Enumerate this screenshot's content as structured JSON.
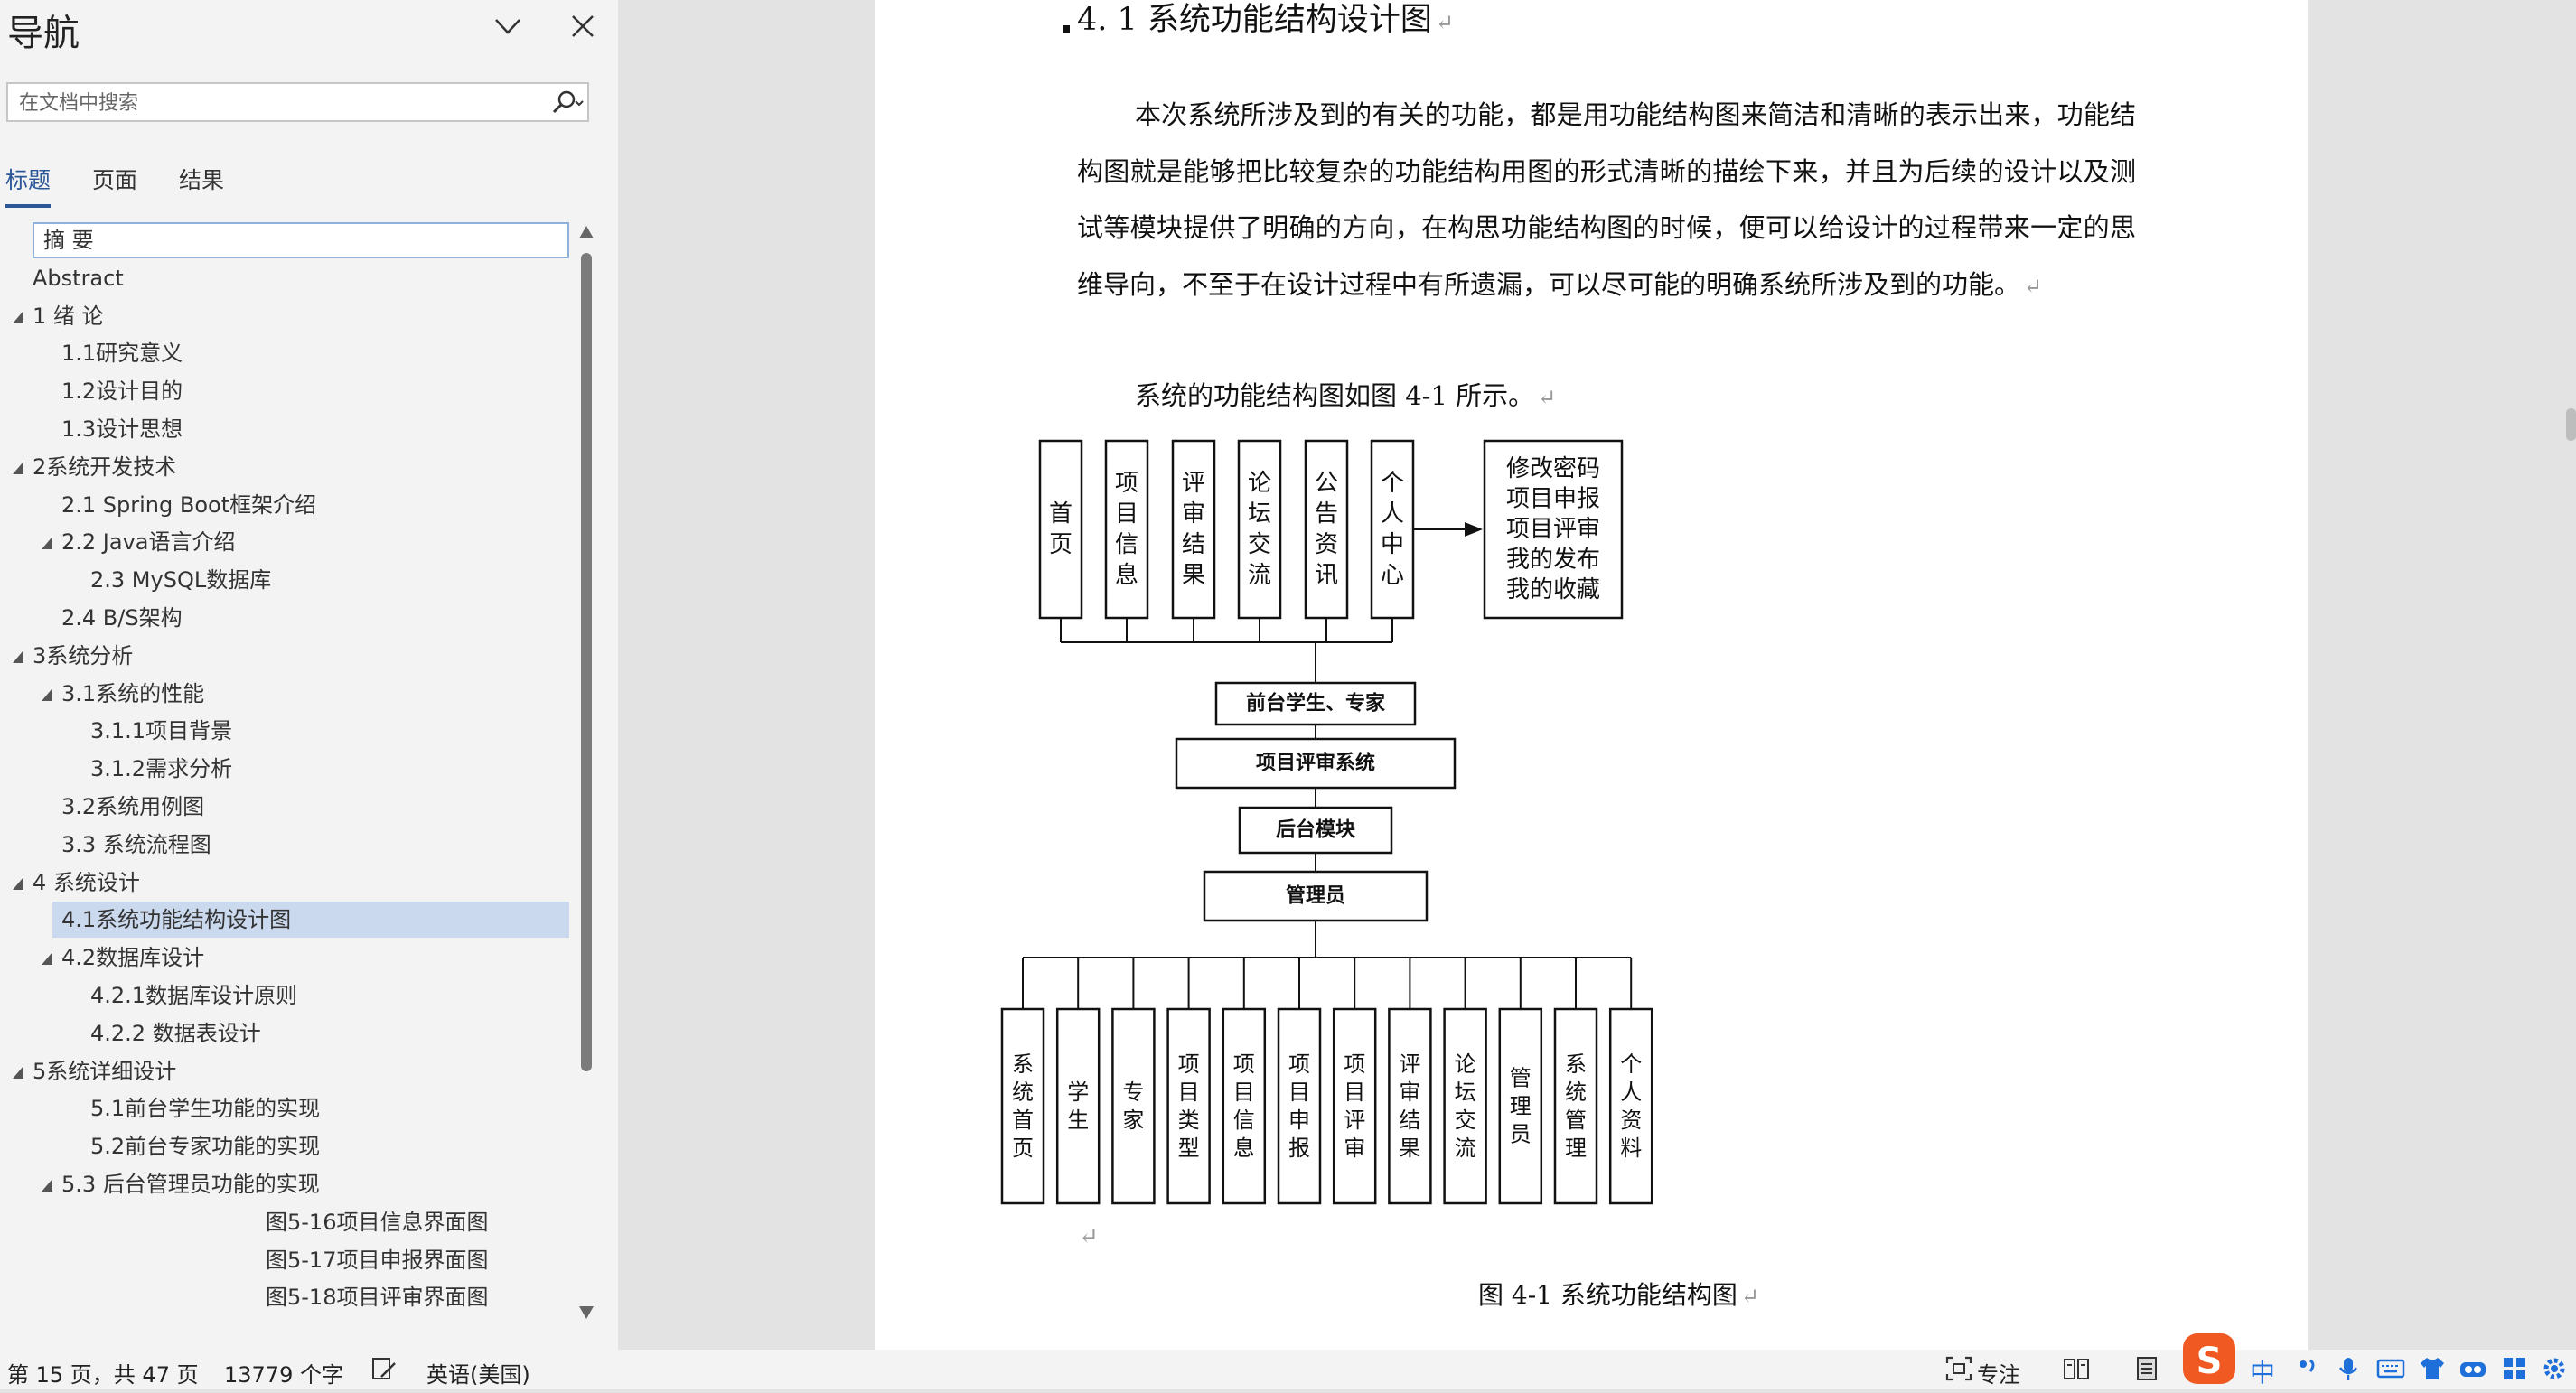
{
  "nav": {
    "title": "导航",
    "search_placeholder": "在文档中搜索",
    "tabs": [
      "标题",
      "页面",
      "结果"
    ],
    "items": [
      {
        "label": "摘  要",
        "level": 1,
        "expandable": false,
        "state": "first"
      },
      {
        "label": "Abstract",
        "level": 1,
        "expandable": false
      },
      {
        "label": "1 绪  论",
        "level": 1,
        "expandable": true
      },
      {
        "label": "1.1研究意义",
        "level": 2,
        "expandable": false
      },
      {
        "label": "1.2设计目的",
        "level": 2,
        "expandable": false
      },
      {
        "label": "1.3设计思想",
        "level": 2,
        "expandable": false
      },
      {
        "label": "2系统开发技术",
        "level": 1,
        "expandable": true
      },
      {
        "label": "2.1 Spring Boot框架介绍",
        "level": 2,
        "expandable": false
      },
      {
        "label": "2.2 Java语言介绍",
        "level": 2,
        "expandable": true
      },
      {
        "label": "2.3 MySQL数据库",
        "level": 3,
        "expandable": false
      },
      {
        "label": "2.4 B/S架构",
        "level": 2,
        "expandable": false
      },
      {
        "label": "3系统分析",
        "level": 1,
        "expandable": true
      },
      {
        "label": "3.1系统的性能",
        "level": 2,
        "expandable": true
      },
      {
        "label": "3.1.1项目背景",
        "level": 3,
        "expandable": false
      },
      {
        "label": "3.1.2需求分析",
        "level": 3,
        "expandable": false
      },
      {
        "label": "3.2系统用例图",
        "level": 2,
        "expandable": false
      },
      {
        "label": "3.3 系统流程图",
        "level": 2,
        "expandable": false
      },
      {
        "label": "4 系统设计",
        "level": 1,
        "expandable": true
      },
      {
        "label": "4.1系统功能结构设计图",
        "level": 2,
        "expandable": false,
        "state": "selected"
      },
      {
        "label": "4.2数据库设计",
        "level": 2,
        "expandable": true
      },
      {
        "label": "4.2.1数据库设计原则",
        "level": 3,
        "expandable": false
      },
      {
        "label": "4.2.2  数据表设计",
        "level": 3,
        "expandable": false
      },
      {
        "label": "5系统详细设计",
        "level": 1,
        "expandable": true
      },
      {
        "label": "5.1前台学生功能的实现",
        "level": 3,
        "expandable": false
      },
      {
        "label": "5.2前台专家功能的实现",
        "level": 3,
        "expandable": false
      },
      {
        "label": "5.3 后台管理员功能的实现",
        "level": 2,
        "expandable": true
      },
      {
        "label": "图5-16项目信息界面图",
        "level": 4,
        "expandable": false
      },
      {
        "label": "图5-17项目申报界面图",
        "level": 4,
        "expandable": false
      },
      {
        "label": "图5-18项目评审界面图",
        "level": 4,
        "expandable": false
      }
    ]
  },
  "document": {
    "heading": "4. 1 系统功能结构设计图",
    "paragraph1": "本次系统所涉及到的有关的功能，都是用功能结构图来简洁和清晰的表示出来，功能结构图就是能够把比较复杂的功能结构用图的形式清晰的描绘下来，并且为后续的设计以及测试等模块提供了明确的方向，在构思功能结构图的时候，便可以给设计的过程带来一定的思维导向，不至于在设计过程中有所遗漏，可以尽可能的明确系统所涉及到的功能。",
    "paragraph2": "系统的功能结构图如图 4-1 所示。",
    "paragraph_mark": "↵",
    "caption": "图  4-1 系统功能结构图",
    "diagram": {
      "top_modules": [
        "首页",
        "项目信息",
        "评审结果",
        "论坛交流",
        "公告资讯",
        "个人中心"
      ],
      "personal_center_items": [
        "修改密码",
        "项目申报",
        "项目评审",
        "我的发布",
        "我的收藏"
      ],
      "chain": [
        "前台学生、专家",
        "项目评审系统",
        "后台模块",
        "管理员"
      ],
      "bottom_modules": [
        "系统首页",
        "学生",
        "专家",
        "项目类型",
        "项目信息",
        "项目申报",
        "项目评审",
        "评审结果",
        "论坛交流",
        "管理员",
        "系统管理",
        "个人资料"
      ]
    }
  },
  "status": {
    "page": "第 15 页，共 47 页",
    "words": "13779 个字",
    "language": "英语(美国)",
    "focus": "专注",
    "ime": "中"
  },
  "colors": {
    "accent": "#2b5797",
    "selected_bg": "#cbd9ee",
    "sogou": "#f05a22",
    "ime_blue": "#1e6fd9"
  }
}
